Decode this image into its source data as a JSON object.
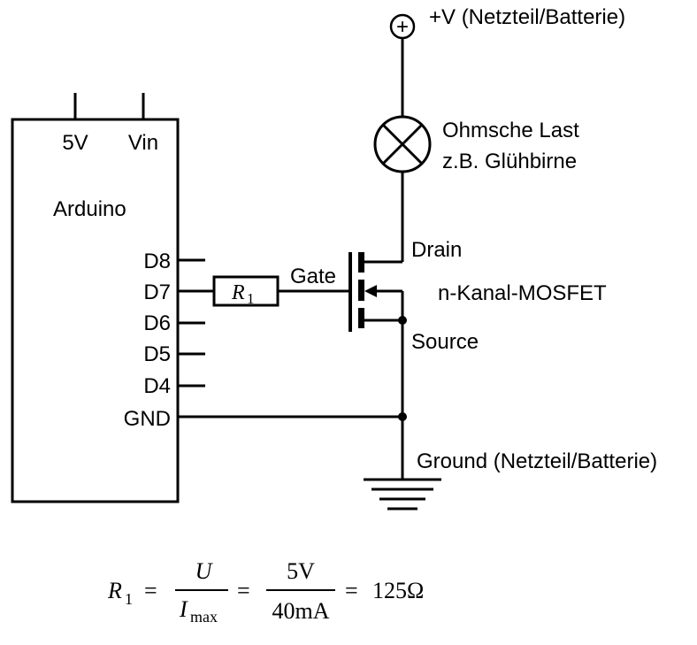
{
  "supply": {
    "plus_symbol": "+",
    "label": "+V (Netzteil/Batterie)"
  },
  "load": {
    "line1": "Ohmsche Last",
    "line2": "z.B. Glühbirne"
  },
  "arduino": {
    "title": "Arduino",
    "power_pins": [
      "5V",
      "Vin"
    ],
    "pins": [
      "D8",
      "D7",
      "D6",
      "D5",
      "D4",
      "GND"
    ]
  },
  "resistor": {
    "symbol": "R",
    "subscript": "1"
  },
  "mosfet": {
    "gate": "Gate",
    "drain": "Drain",
    "source": "Source",
    "type": "n-Kanal-MOSFET"
  },
  "ground": {
    "label": "Ground (Netzteil/Batterie)"
  },
  "formula": {
    "lhs_symbol": "R",
    "lhs_sub": "1",
    "equals": "=",
    "frac1_num": "U",
    "frac1_den_symbol": "I",
    "frac1_den_sub": "max",
    "frac2_num": "5V",
    "frac2_den": "40mA",
    "result": "125Ω"
  }
}
